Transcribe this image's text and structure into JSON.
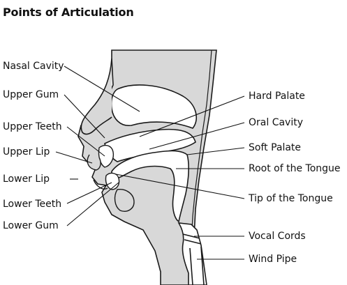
{
  "title": "Points of Articulation",
  "labels": {
    "left": {
      "nasal_cavity": "Nasal Cavity",
      "upper_gum": "Upper Gum",
      "upper_teeth": "Upper Teeth",
      "upper_lip": "Upper Lip",
      "lower_lip": "Lower Lip",
      "lower_teeth": "Lower Teeth",
      "lower_gum": "Lower Gum"
    },
    "right": {
      "hard_palate": "Hard Palate",
      "oral_cavity": "Oral Cavity",
      "soft_palate": "Soft Palate",
      "root_of_tongue": "Root of the Tongue",
      "tip_of_tongue": "Tip of the Tongue",
      "vocal_cords": "Vocal Cords",
      "wind_pipe": "Wind Pipe"
    }
  },
  "colors": {
    "tissue_fill": "#d8d8d8",
    "outline": "#1a1a1a",
    "background": "#ffffff"
  }
}
